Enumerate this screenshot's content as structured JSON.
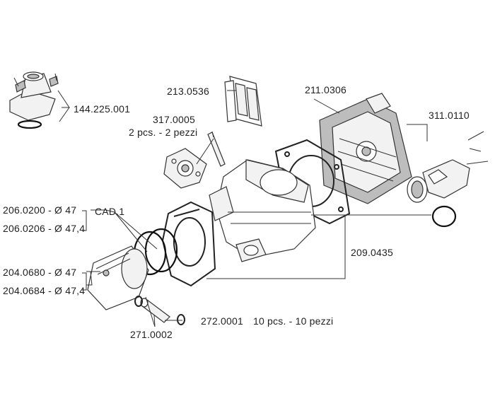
{
  "labels": {
    "reed_valve": "213.0536",
    "head": "211.0306",
    "intake_manifold": "144.225.001",
    "studs_code": "317.0005",
    "studs_qty": "2 pcs. - 2 pezzi",
    "water_fitting": "311.0110",
    "ring_47": "206.0200 - Ø 47",
    "ring_474": "206.0206 - Ø 47,4",
    "cad": "CAD.1",
    "piston_47": "204.0680 - Ø 47",
    "piston_474": "204.0684 - Ø 47,4",
    "gasket_set": "209.0435",
    "clip_code": "272.0001",
    "clip_qty": "10 pcs. - 10 pezzi",
    "pin_code": "271.0002"
  },
  "icons": [
    "intake-manifold",
    "reed-block",
    "stud",
    "reed-flange",
    "cylinder-head",
    "water-fitting",
    "hose-clamp",
    "o-ring",
    "head-gasket",
    "cylinder",
    "base-gasket",
    "piston-rings",
    "piston",
    "piston-pin",
    "circlip"
  ]
}
